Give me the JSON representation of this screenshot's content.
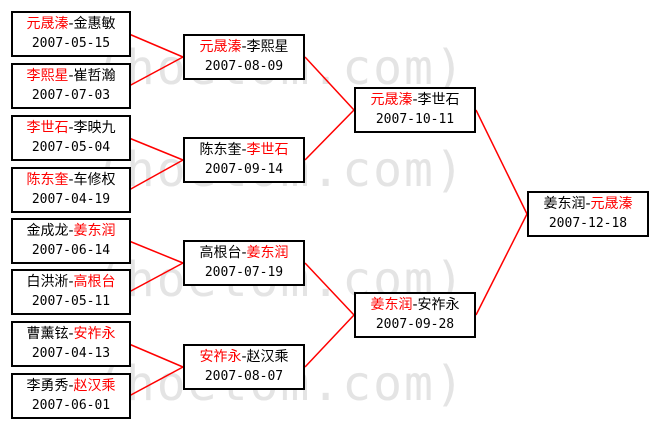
{
  "watermark": {
    "text": "(hoetom.com)"
  },
  "colors": {
    "winner": "#ff0000",
    "line": "#ff0000",
    "border": "#000000"
  },
  "round1": [
    {
      "p1": "元晟溱",
      "p2": "金惠敏",
      "winner": 1,
      "date": "2007-05-15"
    },
    {
      "p1": "李熙星",
      "p2": "崔哲瀚",
      "winner": 1,
      "date": "2007-07-03"
    },
    {
      "p1": "李世石",
      "p2": "李映九",
      "winner": 1,
      "date": "2007-05-04"
    },
    {
      "p1": "陈东奎",
      "p2": "车修权",
      "winner": 1,
      "date": "2007-04-19"
    },
    {
      "p1": "金成龙",
      "p2": "姜东润",
      "winner": 2,
      "date": "2007-06-14"
    },
    {
      "p1": "白洪淅",
      "p2": "高根台",
      "winner": 2,
      "date": "2007-05-11"
    },
    {
      "p1": "曹薰铉",
      "p2": "安祚永",
      "winner": 2,
      "date": "2007-04-13"
    },
    {
      "p1": "李勇秀",
      "p2": "赵汉乘",
      "winner": 2,
      "date": "2007-06-01"
    }
  ],
  "round2": [
    {
      "p1": "元晟溱",
      "p2": "李熙星",
      "winner": 1,
      "date": "2007-08-09"
    },
    {
      "p1": "陈东奎",
      "p2": "李世石",
      "winner": 2,
      "date": "2007-09-14"
    },
    {
      "p1": "高根台",
      "p2": "姜东润",
      "winner": 2,
      "date": "2007-07-19"
    },
    {
      "p1": "安祚永",
      "p2": "赵汉乘",
      "winner": 1,
      "date": "2007-08-07"
    }
  ],
  "round3": [
    {
      "p1": "元晟溱",
      "p2": "李世石",
      "winner": 1,
      "date": "2007-10-11"
    },
    {
      "p1": "姜东润",
      "p2": "安祚永",
      "winner": 1,
      "date": "2007-09-28"
    }
  ],
  "final": [
    {
      "p1": "姜东润",
      "p2": "元晟溱",
      "winner": 2,
      "date": "2007-12-18"
    }
  ]
}
